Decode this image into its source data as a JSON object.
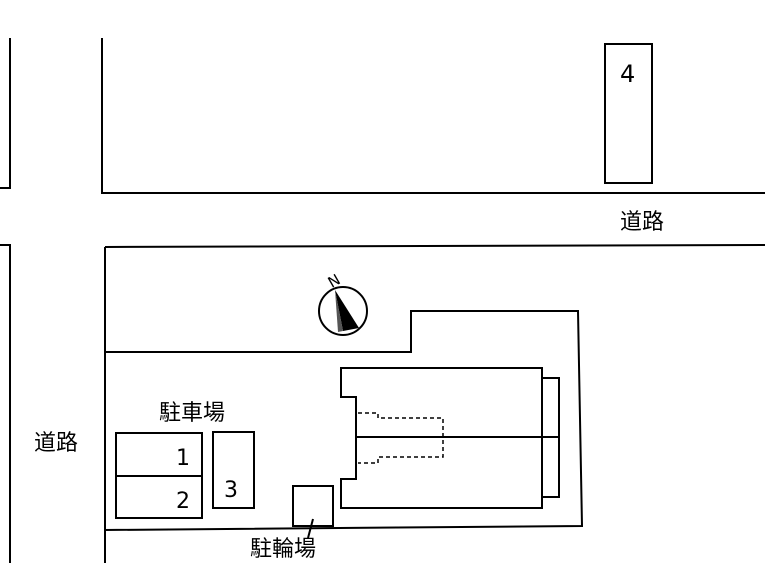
{
  "labels": {
    "road_top": "道路",
    "road_left": "道路",
    "parking": "駐車場",
    "bicycle_parking": "駐輪場",
    "compass_letter": "N"
  },
  "parking_spaces": [
    "1",
    "2",
    "3"
  ],
  "offsite_parking_space": "4",
  "compass_icon": "north-arrow-icon"
}
